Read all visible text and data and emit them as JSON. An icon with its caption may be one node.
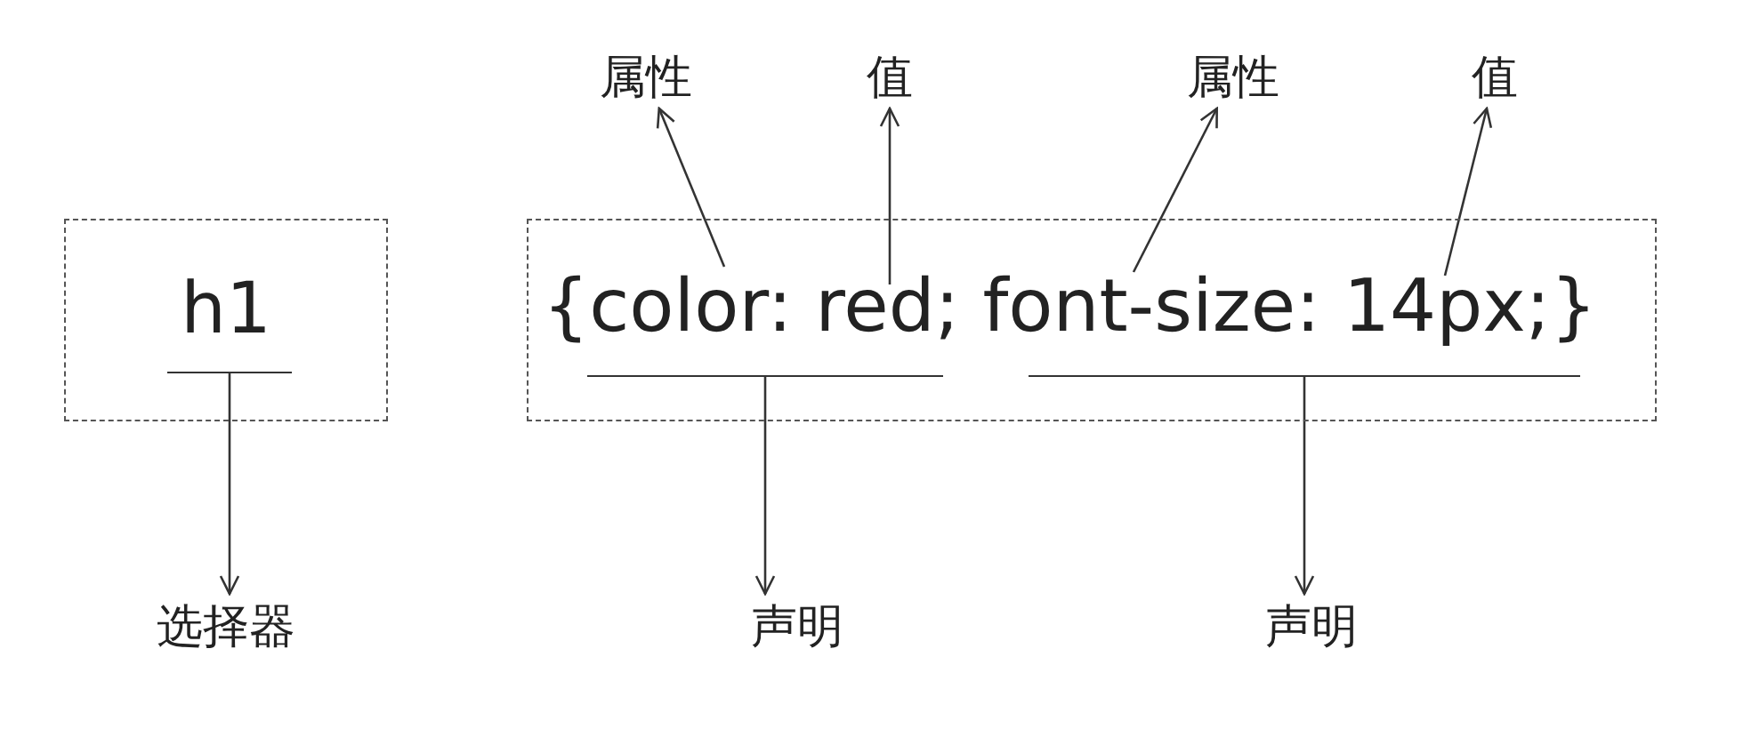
{
  "diagram": {
    "nodes": [
      {
        "text": [
          "属性"
        ]
      },
      {
        "text": [
          "值"
        ]
      },
      {
        "text": [
          "属性"
        ]
      },
      {
        "text": [
          "值"
        ]
      },
      {
        "text": [
          "h1"
        ]
      },
      {
        "text": [],
        "shape": "bar",
        "in": 4
      },
      {
        "text": [
          "{color: red; font-size: 14px;}"
        ]
      },
      {
        "text": [],
        "shape": "bar",
        "in": 6
      },
      {
        "text": [],
        "shape": "bar",
        "in": 6
      },
      {
        "text": [
          "选择器"
        ]
      },
      {
        "text": [
          "声明"
        ]
      },
      {
        "text": [
          "声明"
        ]
      }
    ],
    "edges": [
      {
        "from": null,
        "to": 0,
        "arrow": "to"
      },
      {
        "from": null,
        "to": 1,
        "arrow": "to"
      },
      {
        "from": null,
        "to": 2,
        "arrow": "to"
      },
      {
        "from": null,
        "to": 3,
        "arrow": "to"
      },
      {
        "from": 5,
        "to": 9,
        "arrow": "to"
      },
      {
        "from": 7,
        "to": 10,
        "arrow": "to"
      },
      {
        "from": 8,
        "to": 11,
        "arrow": "to"
      }
    ]
  }
}
